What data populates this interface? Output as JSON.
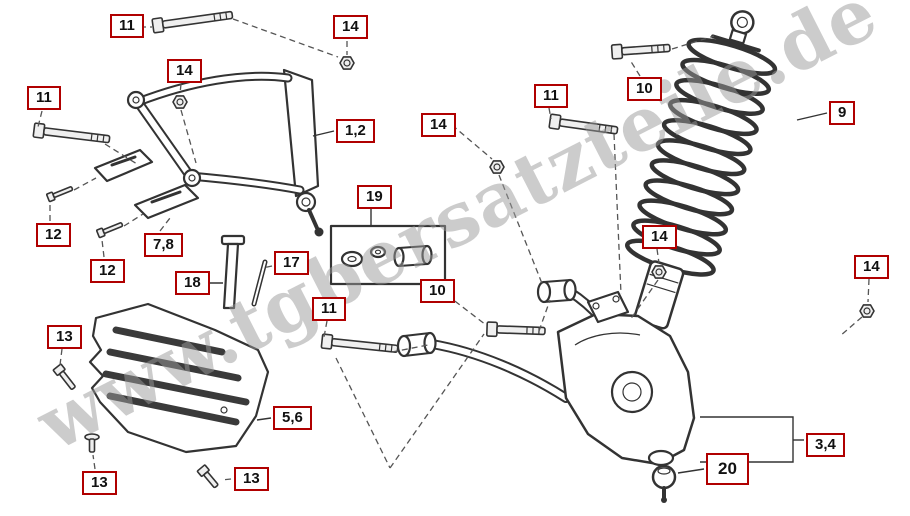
{
  "diagram": {
    "watermark": "www.tgbersatzteile.de",
    "callouts": [
      {
        "label": "11"
      },
      {
        "label": "14"
      },
      {
        "label": "14"
      },
      {
        "label": "11"
      },
      {
        "label": "1,2"
      },
      {
        "label": "11"
      },
      {
        "label": "14"
      },
      {
        "label": "10"
      },
      {
        "label": "9"
      },
      {
        "label": "12"
      },
      {
        "label": "12"
      },
      {
        "label": "7,8"
      },
      {
        "label": "19"
      },
      {
        "label": "17"
      },
      {
        "label": "18"
      },
      {
        "label": "14"
      },
      {
        "label": "14"
      },
      {
        "label": "11"
      },
      {
        "label": "10"
      },
      {
        "label": "13"
      },
      {
        "label": "5,6"
      },
      {
        "label": "3,4"
      },
      {
        "label": "20"
      },
      {
        "label": "13"
      },
      {
        "label": "13"
      }
    ]
  }
}
